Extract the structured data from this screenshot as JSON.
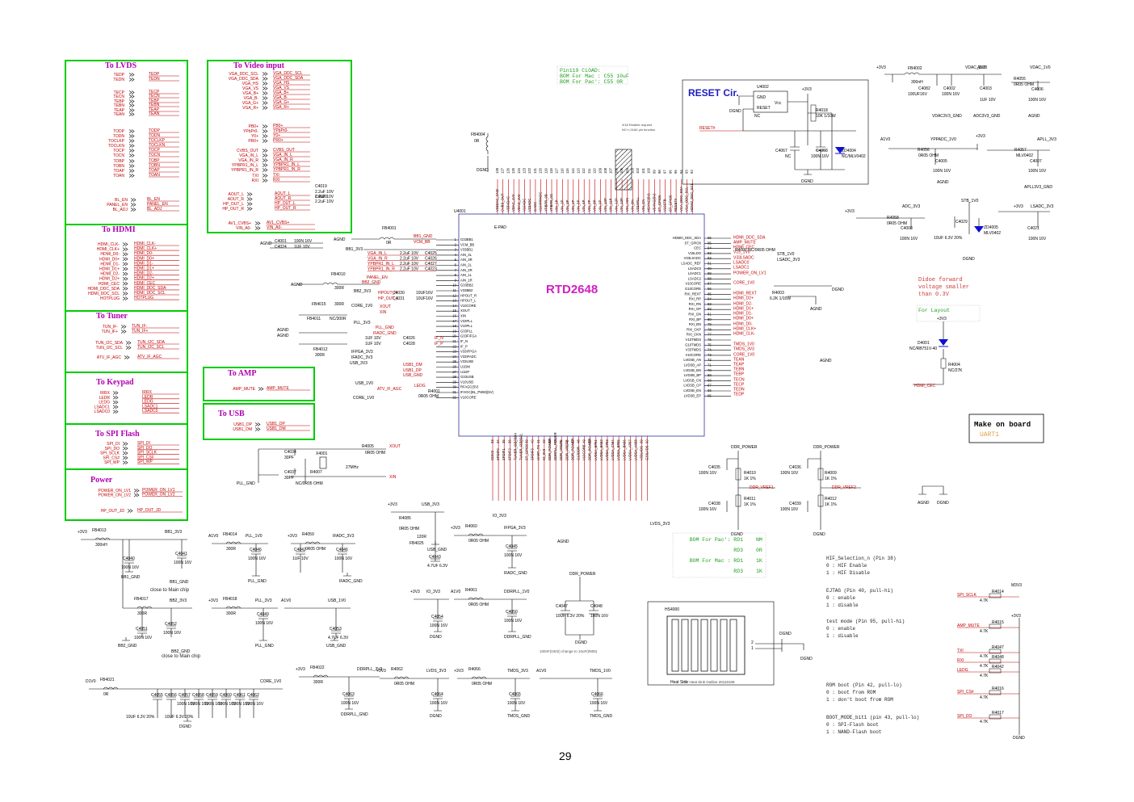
{
  "page_number": "29",
  "chip": {
    "name": "RTD2648",
    "ref": "U4001",
    "epad": "E-PAD"
  },
  "sections": {
    "lvds": {
      "title": "To LVDS",
      "signals": [
        "TEDP",
        "TEDN",
        "TECP",
        "TECN",
        "TEBP",
        "TEBN",
        "TEAP",
        "TEAN",
        "TODP",
        "TODN",
        "TOCLKP",
        "TOCLKN",
        "TOCP",
        "TOCN",
        "TOBP",
        "TOBN",
        "TOAP",
        "TOAN"
      ],
      "bl": [
        {
          "l": "BL_EN",
          "r": "BL_EN"
        },
        {
          "l": "PANEL_EN",
          "r": "PANEL_EN"
        },
        {
          "l": "BL_ADJ",
          "r": "BL_ADJ"
        }
      ]
    },
    "video": {
      "title": "To Video input",
      "rows": [
        [
          "VGA_DDC_SCL",
          "VGA_DDC_SCL"
        ],
        [
          "VGA_DDC_SDA",
          "VGA_DDC_SDA"
        ],
        [
          "VGA_HS",
          "VGA_HS"
        ],
        [
          "VGA_VS",
          "VGA_VS"
        ],
        [
          "VGA_B+",
          "VGA_B+"
        ],
        [
          "VGA_B-",
          "VGA_B-"
        ],
        [
          "VGA_G+",
          "VGA_G+"
        ],
        [
          "VGA_R+",
          "VGA_R+"
        ],
        [
          "PB0+",
          "PB0+"
        ],
        [
          "YPbPr0-",
          "YPbPr0-"
        ],
        [
          "Y0+",
          "Y0+"
        ],
        [
          "PR0+",
          "PR0+"
        ],
        [
          "CVBS_OUT",
          "CVBS_OUT"
        ],
        [
          "VGA_IN_L",
          "VGA_IN_L"
        ],
        [
          "VGA_IN_R",
          "VGA_IN_R"
        ],
        [
          "YPBPR1_IN_L",
          "YPBPR1_IN_L"
        ],
        [
          "YPBPR1_IN_R",
          "YPBPR1_IN_R"
        ],
        [
          "TXI",
          "TXI"
        ],
        [
          "RXI",
          "RXI"
        ]
      ],
      "audio": [
        [
          "AOUT_L",
          "AOUT_L"
        ],
        [
          "AOUT_R",
          "AOUT_R"
        ],
        [
          "HP_OUT_L",
          "HP_OUT_L"
        ],
        [
          "HP_OUT_R",
          "HP_OUT_R"
        ]
      ],
      "cap": {
        "ref": "C4019",
        "vals": [
          "2.2uF 10V",
          "2.2uF 10V",
          "2.2uF 10V"
        ],
        "ref2": "C4020"
      },
      "av": [
        [
          "AV1_CVBS+",
          "AV1_CVBS+"
        ],
        [
          "VIN_A0-",
          "VIN_A0-"
        ]
      ]
    },
    "hdmi": {
      "title": "To HDMI",
      "signals": [
        "HDMI_CLK-",
        "HDMI_CLK+",
        "HDMI_D0-",
        "HDMI_D0+",
        "HDMI_D1-",
        "HDMI_D1+",
        "HDMI_D2-",
        "HDMI_D2+",
        "HDMI_CEC",
        "HDMI_DDC_SDA",
        "HDMI_DDC_SCL",
        "HOTPLUG"
      ]
    },
    "tuner": {
      "title": "To Tuner",
      "signals": [
        [
          "TUN_IF-",
          "TUN_IF-"
        ],
        [
          "TUN_IF+",
          "TUN_IF+"
        ],
        [
          "TUN_I2C_SDA",
          "TUN_I2C_SDA"
        ],
        [
          "TUN_I2C_SCL",
          "TUN_I2C_SCL"
        ],
        [
          "ATV_IF_AGC",
          "ATV_IF_AGC"
        ]
      ]
    },
    "keypad": {
      "title": "To Keypad",
      "signals": [
        [
          "IRRX",
          "IRRX"
        ],
        [
          "LEDR",
          "LEDR"
        ],
        [
          "LEDG",
          "LEDG"
        ],
        [
          "LSADC1",
          "LSADC1"
        ],
        [
          "LSADC0",
          "LSADC0"
        ]
      ]
    },
    "spi": {
      "title": "To SPI Flash",
      "signals": [
        [
          "SPI_DI",
          "SPI_DI"
        ],
        [
          "SPI_DO",
          "SPI_DO"
        ],
        [
          "SPI_SCLK",
          "SPI_SCLK"
        ],
        [
          "SPI_CS#",
          "SPI_CS#"
        ],
        [
          "SPI_WP",
          "SPI_WP"
        ]
      ]
    },
    "power": {
      "title": "Power",
      "signals": [
        [
          "POWER_ON_LV1",
          "POWER_ON_LV1"
        ],
        [
          "POWER_ON_LV2",
          "POWER_ON_LV2"
        ],
        [
          "HP_OUT_JD",
          "HP_OUT_JD"
        ]
      ]
    },
    "amp": {
      "title": "To AMP",
      "signals": [
        [
          "AMP_MUTE",
          "AMP_MUTE"
        ]
      ]
    },
    "usb": {
      "title": "To USB",
      "signals": [
        [
          "USB1_DP",
          "USB1_DP"
        ],
        [
          "USB1_DM",
          "USB1_DM"
        ]
      ]
    }
  },
  "reset": {
    "title": "RESET Cir.",
    "ic": "U4002",
    "pins": [
      "GND",
      "Vcc",
      "RESET"
    ],
    "nc": "NC",
    "resistor": {
      "ref": "R4018",
      "val": "10K 1/10W"
    },
    "caps": [
      {
        "ref": "C4067",
        "val": "NC"
      },
      {
        "ref": "C4068",
        "val": "100N 16V"
      }
    ],
    "diode": {
      "ref": "ZD4004",
      "val": "NC/MLV0402"
    },
    "net": "RESET#",
    "supply": "+3V3",
    "gnd": "DGND"
  },
  "chip_left_pins": [
    [
      "G33BB1",
      "1"
    ],
    [
      "VCM_BB",
      "2"
    ],
    [
      "V33BB1",
      "3"
    ],
    [
      "AIN_3L",
      "4"
    ],
    [
      "AIN_3R",
      "5"
    ],
    [
      "AIN_2L",
      "6"
    ],
    [
      "AIN_2R",
      "7"
    ],
    [
      "AIN_1L",
      "8"
    ],
    [
      "AIN_1R",
      "9"
    ],
    [
      "G33BB2",
      "10"
    ],
    [
      "V33BB2",
      "11"
    ],
    [
      "HPOUT_R",
      "12"
    ],
    [
      "HPOUT_L",
      "13"
    ],
    [
      "V10CORE",
      "14"
    ],
    [
      "XOUT",
      "15"
    ],
    [
      "XIN",
      "16"
    ],
    [
      "V33PLL",
      "17"
    ],
    [
      "V10PLL",
      "18"
    ],
    [
      "G33PLL",
      "19"
    ],
    [
      "G33FIFGA",
      "20"
    ],
    [
      "IF_N",
      "21"
    ],
    [
      "IF_P",
      "22"
    ],
    [
      "V33IFPGA",
      "23"
    ],
    [
      "V33IFADC",
      "24"
    ],
    [
      "V33USB",
      "25"
    ],
    [
      "U1DM",
      "26"
    ],
    [
      "U1DP",
      "27"
    ],
    [
      "G33USB",
      "28"
    ],
    [
      "V10USB",
      "29"
    ],
    [
      "RFAGC(5V)",
      "30"
    ],
    [
      "IFAGC(BL_PWM)(5V)",
      "31"
    ],
    [
      "V10CORE",
      "32"
    ]
  ],
  "chip_right_pins": [
    [
      "HDMI0_DDC_SDA",
      "96"
    ],
    [
      "ST_GPIO0",
      "95"
    ],
    [
      "CEC",
      "94"
    ],
    [
      "V15LDO",
      "93"
    ],
    [
      "V33LSADC",
      "92"
    ],
    [
      "LSADC_REF",
      "91"
    ],
    [
      "LSADC0",
      "90"
    ],
    [
      "LSADC1",
      "89"
    ],
    [
      "LSADC2",
      "88"
    ],
    [
      "V10CORE",
      "87"
    ],
    [
      "G10CORE",
      "86"
    ],
    [
      "RXI_REXT",
      "85"
    ],
    [
      "RXI_RP",
      "84"
    ],
    [
      "RXI_RN",
      "83"
    ],
    [
      "RXI_GP",
      "82"
    ],
    [
      "RXI_GN",
      "81"
    ],
    [
      "RXI_BP",
      "80"
    ],
    [
      "RXI_BN",
      "79"
    ],
    [
      "RXI_CKP",
      "78"
    ],
    [
      "RXI_CKN",
      "77"
    ],
    [
      "V10TMDS",
      "76"
    ],
    [
      "G10TMDS",
      "75"
    ],
    [
      "V33TMDS",
      "74"
    ],
    [
      "V10CORE",
      "73"
    ],
    [
      "LVDSB_AN",
      "72"
    ],
    [
      "LVDSB_AP",
      "71"
    ],
    [
      "LVDSB_BN",
      "70"
    ],
    [
      "LVDSB_BP",
      "69"
    ],
    [
      "LVDSB_CN",
      "68"
    ],
    [
      "LVDSB_CP",
      "67"
    ],
    [
      "LVDSB_EN",
      "66"
    ],
    [
      "LVDSB_EP",
      "65"
    ]
  ],
  "right_nets": [
    "HDMI_DDC_SDA",
    "AMP_MUTE",
    "HDMI_CEC",
    "V15_1V0",
    "V33LSADC",
    "LSADC0",
    "LSADC1",
    "POWER_ON_LV1",
    "CORE_1V0",
    "HDMI_REXT",
    "HDMI_D2+",
    "HDMI_D2-",
    "HDMI_D1+",
    "HDMI_D1-",
    "HDMI_D0+",
    "HDMI_D0-",
    "HDMI_CLK+",
    "HDMI_CLK-",
    "TMDS_1V0",
    "TMDS_3V3",
    "CORE_1V0",
    "TEAN",
    "TEAP",
    "TEBN",
    "TEBP",
    "TECN",
    "TECP",
    "TEDN",
    "TEDP"
  ],
  "right_extras": {
    "r4002": "R4002 NC/0R05 OHM",
    "stb": "STB_1V0",
    "lsadc": "LSADC_3V3",
    "r4003": "R4003",
    "r4003v": "6.2K 1/10W",
    "dgnd": "DGND",
    "agnd": "AGND"
  },
  "note_pin119": [
    "Pin119 CLOAD:",
    "BOM For Mac : C55  10uF",
    "BOM For Pac': C55  0R"
  ],
  "note_realtek": [
    "3/18 Realtek request",
    "NC+/-0184 pin function"
  ],
  "left_crystal": {
    "xtal": "X4001",
    "freq": "27MHz",
    "r1": "R4005",
    "r1v": "0R05 OHM",
    "r2": "R4007",
    "r2v": "NC/0R05 OHM",
    "c1": "C4034",
    "c1v": "30PF",
    "c2": "C4037",
    "c2v": "30PF",
    "xout": "XOUT",
    "xin": "XIN",
    "gnd": "PLL_GND"
  },
  "fb_top": [
    {
      "ref": "FB4001",
      "val": "0R"
    },
    {
      "ref": "FB4010",
      "val": "300R"
    },
    {
      "ref": "FB4015",
      "val": "300R"
    },
    {
      "ref": "FB4011",
      "val": "NC/300R"
    },
    {
      "ref": "FB4012",
      "val": "300R"
    },
    {
      "ref": "FB4004",
      "val": "0R"
    }
  ],
  "top_right": {
    "fb4002": "FB4002",
    "fb4002v": "300nH",
    "vdac": "VDAC_3V3",
    "a1v0": "A1V0",
    "vdac1v0": "VDAC_1V0",
    "c4082": "C4082",
    "c4082v": "100UF16V",
    "c4002": "C4002",
    "c4002v": "100N 16V",
    "c4003": "C4003",
    "c4003v": "1UF 10V",
    "r4055": "R4055",
    "r4055v": "0R05 OHM",
    "c4006": "C4006",
    "c4006v": "100N 16V",
    "gnd1": "VDAC3V3_GND",
    "gnd2": "ADC3V3_GND",
    "agnd": "AGND",
    "ypp": "YPPADC_1V0",
    "r4056": "R4056",
    "r4056v": "0R05 OHM",
    "c4005": "C4005",
    "c4005v": "100N 16V",
    "apll": "APLL_3V3",
    "r4057": "R4057",
    "r4057v": "MLV0402",
    "c4007": "C4007",
    "c4007v": "100N 16V",
    "apllgnd": "APLL3V3_GND",
    "adc": "ADC_3V3",
    "r4058": "R4058",
    "r4058v": "0R05 OHM",
    "c4008": "C4008",
    "c4008v": "100N 16V",
    "stb": "STB_1V0",
    "c4029": "C4029",
    "c4029v": "10UF 6.3V 20%",
    "zd4005": "ZD4005",
    "zd4005v": "MLV0402",
    "lsadc": "LSADC_3V3",
    "c4021": "C4021",
    "c4021v": "100N 16V",
    "dgnd": "DGND"
  },
  "diode_note": [
    "Didoe forward",
    "voltage smaller",
    "than 0.3V"
  ],
  "layout_note": "For Layout",
  "d4001": {
    "ref": "D4001",
    "val": "NC/RB751V-40",
    "r": "R4004",
    "rv": "NC/27K",
    "net": "HDMI_CEC",
    "supply": "+3V3"
  },
  "make_on_board": {
    "title": "Make on board",
    "sub": "UART1"
  },
  "bom_rd": [
    [
      "BOM For Pac': RD1",
      "NM"
    ],
    [
      "RD3",
      "0R"
    ],
    [
      "BOM For Mac : RD1",
      "1K"
    ],
    [
      "RD3",
      "1K"
    ]
  ],
  "ddr": {
    "power": "DDR_POWER",
    "r1": "R4010",
    "r1v": "1K 1%",
    "r2": "R4011",
    "r2v": "1K 1%",
    "r3": "R4009",
    "r3v": "1K 1%",
    "r4": "R4012",
    "r4v": "1K 1%",
    "c1": "C4035",
    "c2": "C4038",
    "c3": "C4036",
    "c4": "C4039",
    "cv": "100N 16V",
    "vref1": "DDR_VREF1",
    "vref2": "DDR_VREF2",
    "gnd": "DGND"
  },
  "notes_right": [
    [
      "HIF_Selection_n (Pin 38)",
      "0 : HIF Enable",
      "1 : HIF Disable"
    ],
    [
      "EJTAG (Pin 40, pull-hi)",
      "0 : enable",
      "1 : disable"
    ],
    [
      "test mode (Pin 95, pull-hi)",
      "0 : enable",
      "1 : disable"
    ],
    [
      "ROM boot (Pin 42, pull-lo)",
      "0 : boot from ROM",
      "1 : don't boot from ROM"
    ],
    [
      "BOOT_MODE_bit1 (pin 43, pull-lo)",
      "0 : SPI-Flash boot",
      "1 : NAND-Flash boot"
    ]
  ],
  "pullups": [
    {
      "net": "SPI_SCLK",
      "ref": "R4014",
      "val": "4.7K",
      "supply": "M3V3"
    },
    {
      "net": "AMP_MUTE",
      "ref": "R4015",
      "val": "4.7K",
      "supply": "+3V3"
    },
    {
      "net": "TXI",
      "ref": "R4047",
      "val": "4.7K"
    },
    {
      "net": "RXI",
      "ref": "R4048",
      "val": "4.7K"
    },
    {
      "net": "LEDG",
      "ref": "R4042",
      "val": "4.7K"
    },
    {
      "net": "SPI_CS#",
      "ref": "R4016",
      "val": "4.7K"
    },
    {
      "net": "SPI_DO",
      "ref": "R4017",
      "val": "4.7K"
    }
  ],
  "pullup_gnd": "DGND",
  "heatsink": {
    "ref": "HS4000",
    "label": "Heat Sink",
    "note": "for Heat Sink Outline 20110108",
    "net": "DGND"
  },
  "agnd_dgnd": [
    "AGND",
    "DGND"
  ],
  "bottom_left": [
    {
      "ref": "FB4013",
      "val": "300nH",
      "supply": "+3V3",
      "net": "BB1_3V3",
      "c1": "C4040",
      "c1v": "100N 16V",
      "c2": "C4041",
      "c2v": "100N 16V",
      "gnd1": "BB1_GND",
      "gnd2": "BB1_GND",
      "note": "close to Main chip"
    },
    {
      "ref": "FB4014",
      "val": "300R",
      "supply": "A1V0",
      "net": "PLL_1V0",
      "c1": "C4046",
      "c1v": "100N 16V",
      "gnd": "PLL_GND"
    },
    {
      "ref": "R4059",
      "val": "0R05 OHM",
      "supply": "+3V3",
      "net": "IFADC_3V3",
      "c1": "C4042",
      "c1v": "1UF 10V",
      "c2": "C4046",
      "c2v": "100N 16V",
      "gnd": "IFADC_GND"
    },
    {
      "ref": "FB4017",
      "val": "300R",
      "supply": "",
      "net": "BB2_3V3",
      "c1": "C4051",
      "c1v": "100N 16V",
      "c2": "C4052",
      "c2v": "100N 16V",
      "gnd1": "BB2_GND",
      "gnd2": "BB2_GND",
      "note": "close to Main chip"
    },
    {
      "ref": "FB4018",
      "val": "300R",
      "supply": "+3V3",
      "net": "PLL_3V3",
      "c1": "C4049",
      "c1v": "100N 16V",
      "gnd": "PLL_GND"
    },
    {
      "ref": "",
      "val": "",
      "supply": "A1V0",
      "net": "USB_1V0",
      "c1": "C4053",
      "c1v": "4.7UF 6.3V",
      "gnd": "USB_GND"
    },
    {
      "ref": "FB4021",
      "val": "0R",
      "supply": "D1V0",
      "net": "CORE_1V0",
      "caps": [
        "C4055",
        "C4056",
        "C4057",
        "C4058",
        "C4059",
        "C4060",
        "C4061",
        "C4062"
      ],
      "cv": "100N 16V",
      "cbig": "10UF 6.3V 20%",
      "gnd": "DGND"
    },
    {
      "ref": "FB4022",
      "val": "300R",
      "supply": "+3V3",
      "net": "DDRPLL_3V3",
      "c1": "C4063",
      "c1v": "100N 16V",
      "gnd": "DDRPLL_GND"
    }
  ],
  "bottom_mid": [
    {
      "ref": "R4085",
      "val": "0R05 OHM",
      "supply": "+3V3",
      "net": "USB_3V3",
      "fb": "FB4025",
      "fbv": "120R",
      "c": "C4043",
      "cv": "4.7UF 6.3V",
      "gnd": "USB_GND"
    },
    {
      "ref": "R4060",
      "val": "0R05 OHM",
      "supply": "+3V3",
      "net": "IFPGA_3V3",
      "c": "C4045",
      "cv": "100N 16V",
      "gnd": "IFADC_GND"
    },
    {
      "ref": "",
      "val": "",
      "supply": "+3V3",
      "net": "IO_3V3",
      "c": "C4054",
      "cv": "100N 16V",
      "gnd": "DGND"
    },
    {
      "ref": "R4061",
      "val": "0R05 OHM",
      "supply": "A1V0",
      "net": "DDRPLL_1V0",
      "c": "C4050",
      "cv": "100N 16V",
      "gnd": "DDRPLL_GND"
    },
    {
      "ref": "R4062",
      "val": "0R05 OHM",
      "supply": "+3V3",
      "net": "LVDS_3V3",
      "c": "C4064",
      "cv": "100N 16V",
      "gnd": "DGND"
    },
    {
      "ref": "R4066",
      "val": "0R05 OHM",
      "supply": "+3V3",
      "net": "TMDS_3V3",
      "c": "C4065",
      "cv": "100N 16V",
      "gnd": "TMDS_GND"
    },
    {
      "ref": "",
      "val": "",
      "supply": "A1V0",
      "net": "TMDS_1V0",
      "c": "C4066",
      "cv": "100N 16V",
      "gnd": "TMDS_GND"
    }
  ],
  "ddr_power_caps": {
    "net": "DDR_POWER",
    "c1": "C4047",
    "c1v": "10UF 6.3V 20%",
    "c2": "C4048",
    "c2v": "100N 16V",
    "gnd": "DGND",
    "note": "100nF(0402) change to 10uF(0805)"
  }
}
